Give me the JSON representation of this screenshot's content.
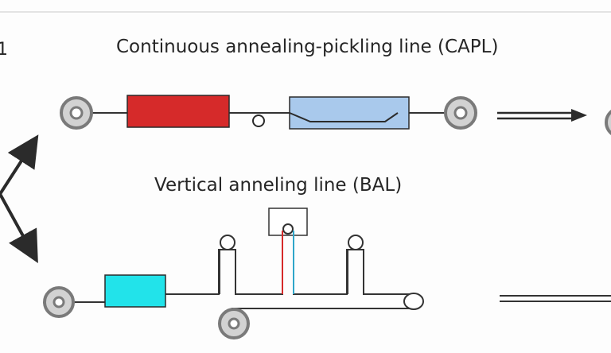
{
  "diagram": {
    "corner_label": "1",
    "capl": {
      "title": "Continuous annealing-pickling line (CAPL)"
    },
    "bal": {
      "title": "Vertical anneling line (BAL)"
    }
  },
  "colors": {
    "furnace_red": "#d62a2a",
    "pickling_tank_blue": "#a9c9ec",
    "bal_furnace_cyan": "#22e3ea",
    "coil_ring": "#7a7a7a",
    "coil_fill": "#d2d2d2",
    "strip_line": "#333333",
    "arrow_color": "#2b2b2b"
  }
}
